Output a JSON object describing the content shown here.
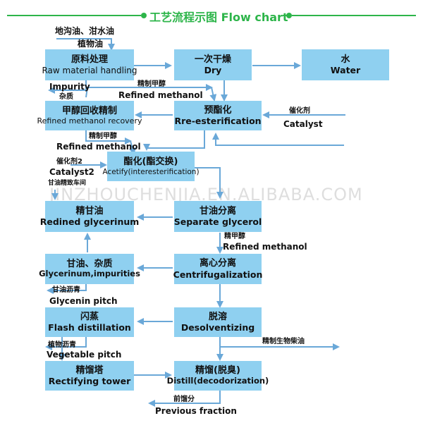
{
  "header": {
    "title": "工艺流程示图 Flow chart"
  },
  "watermark": "JINZHOUCHENJIA.EN.ALIBABA.COM",
  "boxes": {
    "raw": {
      "zh": "原料处理",
      "en": "Raw material handling"
    },
    "dry": {
      "zh": "一次干燥",
      "en": "Dry"
    },
    "water": {
      "zh": "水",
      "en": "Water"
    },
    "methanol_recovery": {
      "zh": "甲醇回收精制",
      "en": "Refined methanol recovery"
    },
    "re_ester": {
      "zh": "预酯化",
      "en": "Rre-esterification"
    },
    "acetify": {
      "zh": "酯化(酯交换)",
      "en": "Acetify(interesterification)"
    },
    "refined_glycerin": {
      "zh": "精甘油",
      "en": "Redined glycerinum"
    },
    "separate": {
      "zh": "甘油分离",
      "en": "Separate glycerol"
    },
    "glycerin_impurities": {
      "zh": "甘油、杂质",
      "en": "Glycerinum,impurities"
    },
    "centrifugal": {
      "zh": "离心分离",
      "en": "Centrifugalization"
    },
    "flash": {
      "zh": "闪蒸",
      "en": "Flash distillation"
    },
    "desolvent": {
      "zh": "脱溶",
      "en": "Desolventizing"
    },
    "rectify": {
      "zh": "精馏塔",
      "en": "Rectifying tower"
    },
    "distill": {
      "zh": "精馏(脱臭)",
      "en": "Distill(decodorization)"
    }
  },
  "labels": {
    "input_oil_1": "地沟油、泔水油",
    "input_oil_2": "植物油",
    "impurity_en": "Impurity",
    "impurity_zh": "杂质",
    "refined_methanol_zh_1": "精制甲醇",
    "refined_methanol_en_1": "Refined methanol",
    "catalyst_zh": "催化剂",
    "catalyst_en": "Catalyst",
    "refined_methanol_zh_2": "精制甲醇",
    "refined_methanol_en_2": "Refined methanol",
    "catalyst2_zh": "催化剂2",
    "catalyst2_en": "Catalyst2",
    "glycerin_workshop": "甘油精致车间",
    "refined_methanol_zh_3": "精甲醇",
    "refined_methanol_en_3": "Refined methanol",
    "glycerin_pitch_zh": "甘油沥青",
    "glycerin_pitch_en": "Glycenin pitch",
    "vegetable_pitch_zh": "植物沥青",
    "vegetable_pitch_en": "Vegetable pitch",
    "biodiesel_zh": "精制生物柴油",
    "previous_fraction_zh": "前馏分",
    "previous_fraction_en": "Previous fraction"
  },
  "colors": {
    "box": "#8fd0f0",
    "arrow": "#6aa8d8",
    "title": "#2db54a"
  }
}
